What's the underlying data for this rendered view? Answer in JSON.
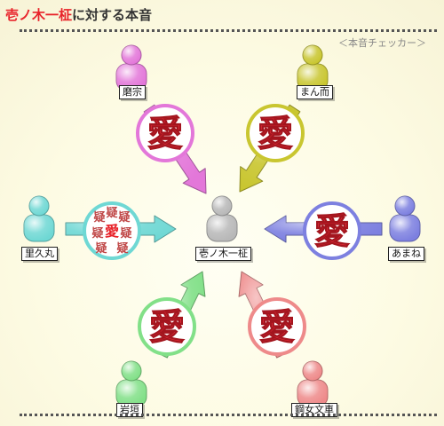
{
  "title": {
    "highlight": "壱ノ木一柾",
    "rest": "に対する本音"
  },
  "subtitle": "＜本音チェッカー＞",
  "center": {
    "name": "壱ノ木一柾",
    "color": "#b8b8b8"
  },
  "relations": [
    {
      "name": "磨宗",
      "feeling": "愛",
      "color": "#e377d9"
    },
    {
      "name": "まん而",
      "feeling": "愛",
      "color": "#c9c630"
    },
    {
      "name": "里久丸",
      "feeling": "疑",
      "center_char": "愛",
      "color": "#6fd8d4"
    },
    {
      "name": "あまね",
      "feeling": "愛",
      "color": "#7d80e0"
    },
    {
      "name": "岩垣",
      "feeling": "愛",
      "color": "#82e088"
    },
    {
      "name": "鋼女文車",
      "feeling": "愛",
      "color": "#ee8a8a"
    }
  ]
}
